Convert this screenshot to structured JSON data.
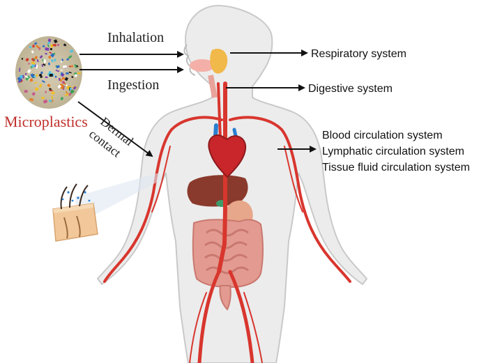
{
  "microplastics": {
    "label": "Microplastics",
    "color": "#c0302a"
  },
  "routes": {
    "inhalation": "Inhalation",
    "ingestion": "Ingestion",
    "dermal_line1": "Dermal",
    "dermal_line2": "contact"
  },
  "systems": {
    "respiratory": "Respiratory system",
    "digestive": "Digestive system",
    "circulation": [
      "Blood circulation system",
      "Lymphatic circulation system",
      "Tissue fluid circulation system"
    ]
  },
  "colors": {
    "body_fill": "#ececec",
    "body_outline": "#c9c9c9",
    "artery": "#d8362e",
    "vein": "#2a7fd0",
    "heart": "#c8262a",
    "liver": "#8a3a2c",
    "intestine": "#e39a90",
    "respiratory_organ": "#f1b84a",
    "skin": "#f2c89a"
  }
}
